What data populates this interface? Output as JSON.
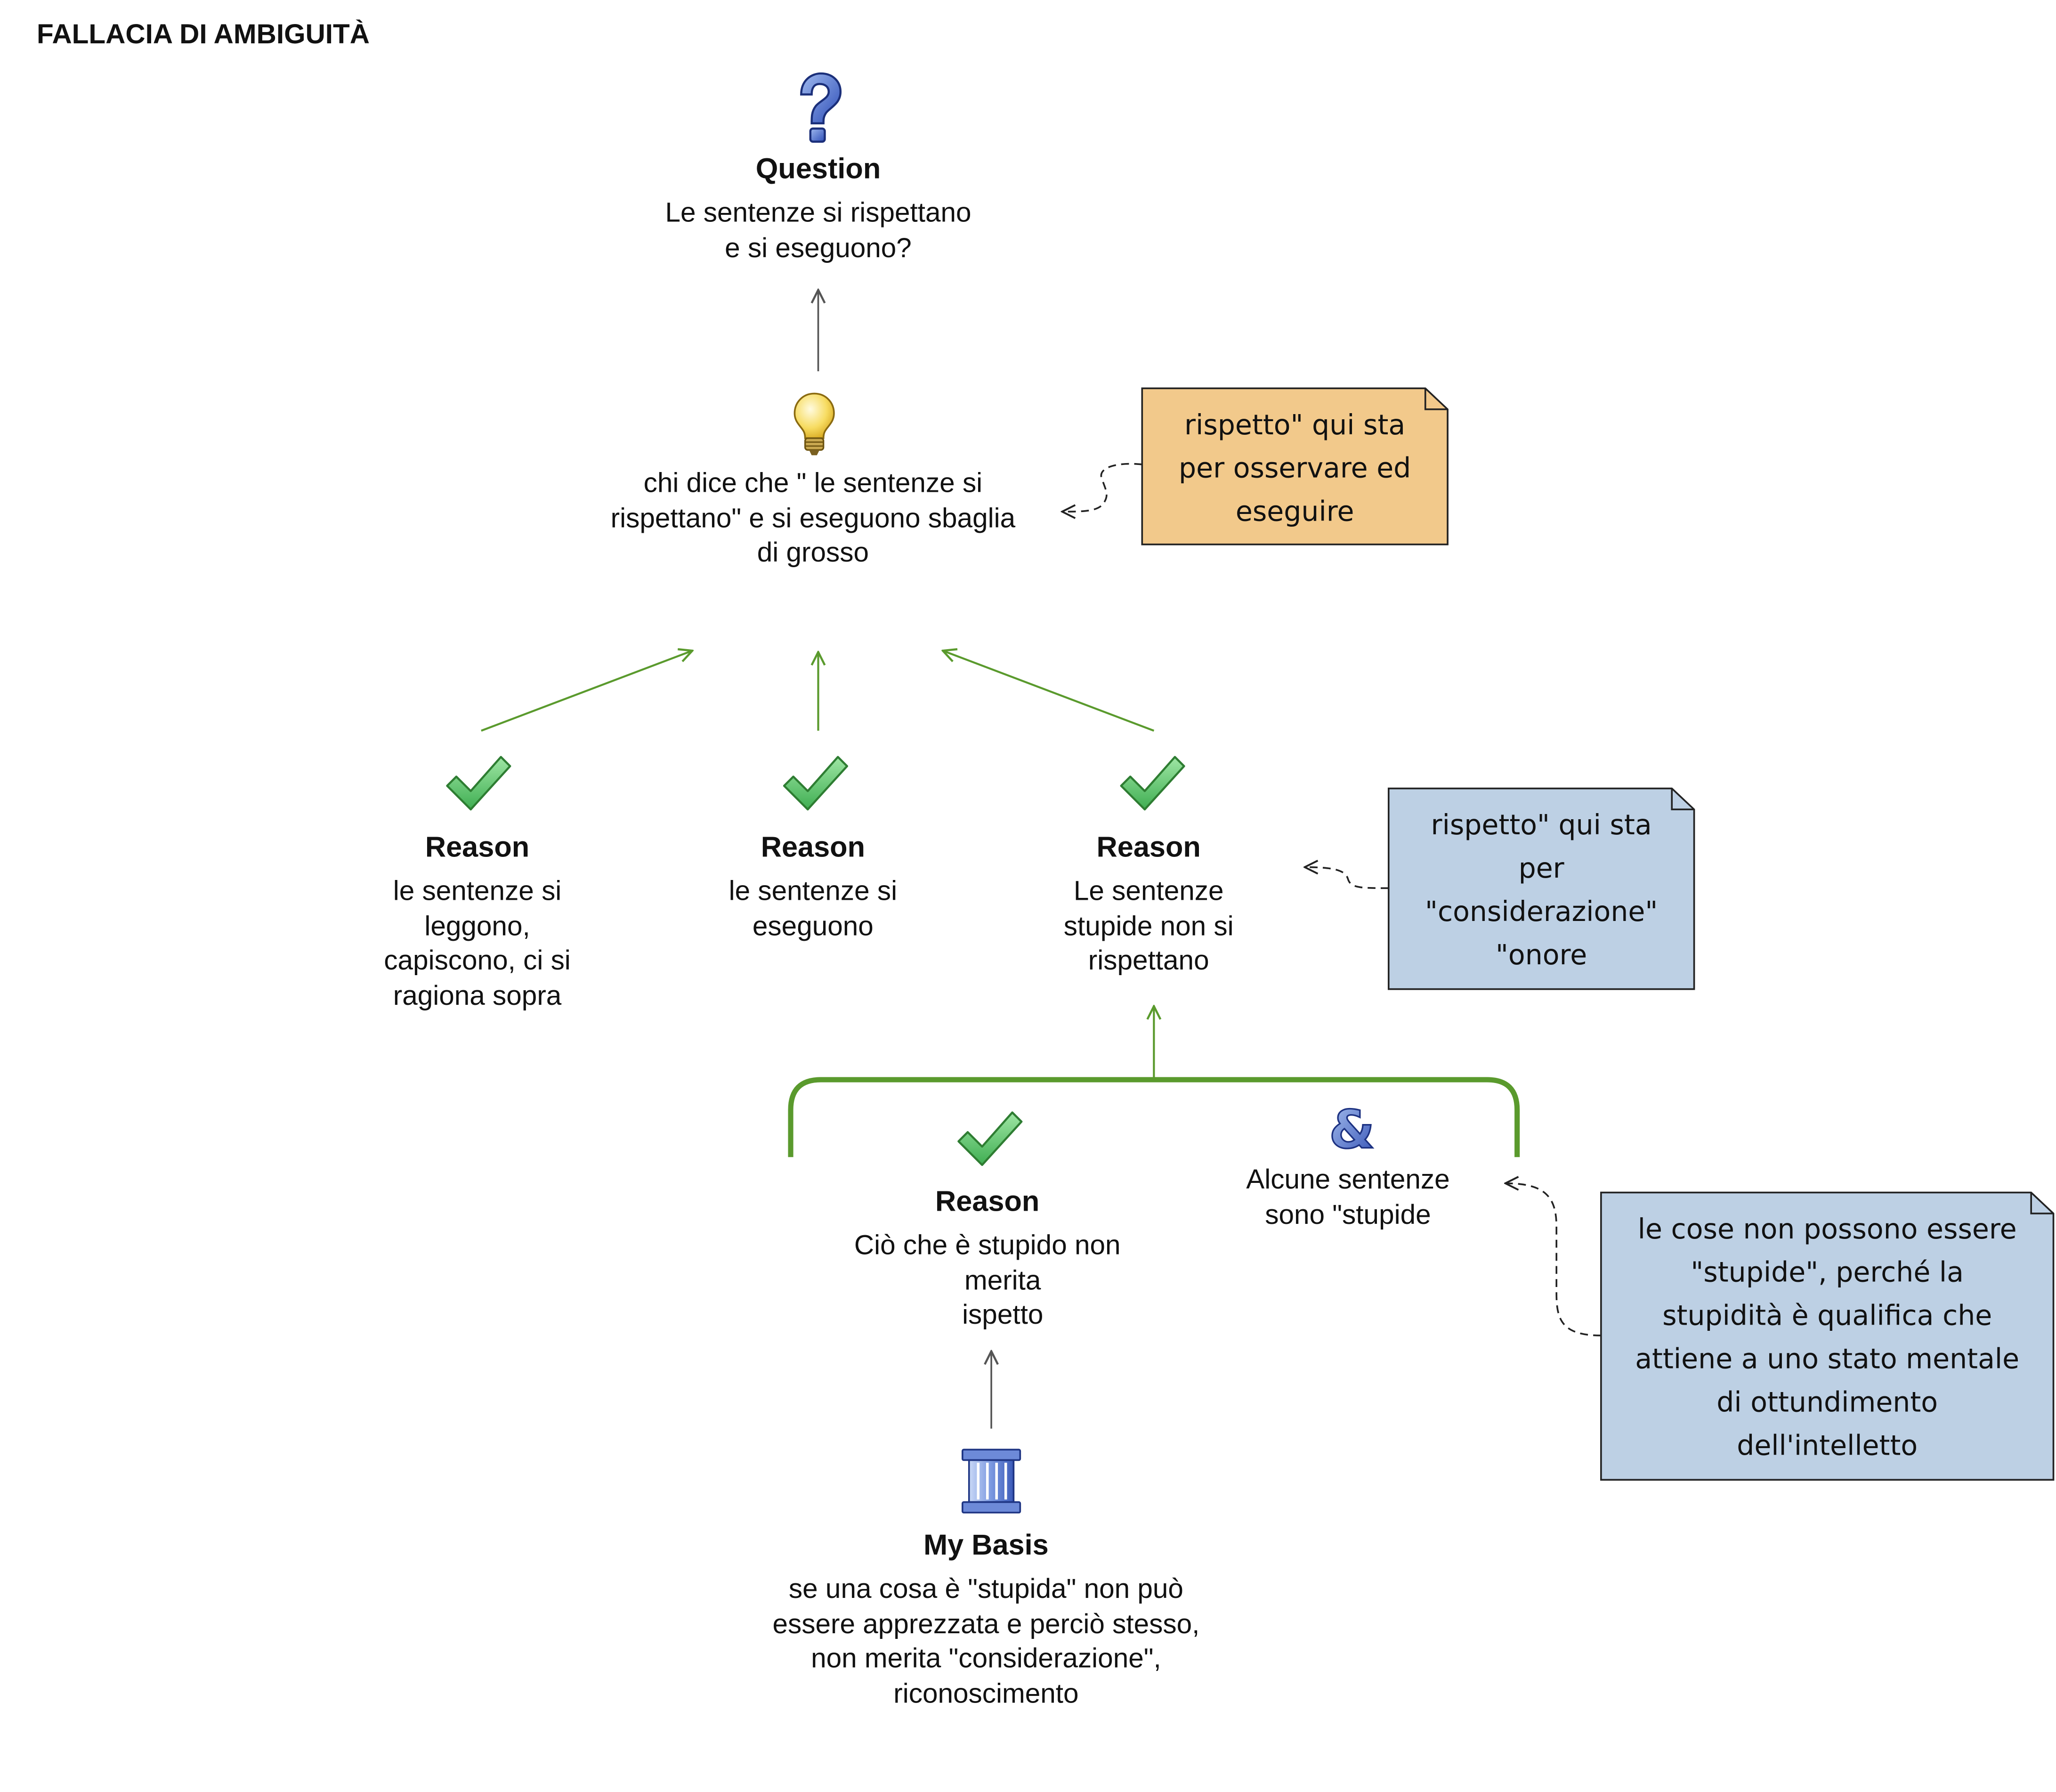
{
  "title": "FALLACIA DI AMBIGUITÀ",
  "colors": {
    "support_arrow": "#5a9a2d",
    "plain_arrow": "#555555",
    "note_orange": "#f2c98b",
    "note_blue": "#bdd0e4",
    "note_border": "#222222"
  },
  "question": {
    "icon": "question-mark-icon",
    "label": "Question",
    "text": "Le sentenze si rispettano\ne si eseguono?"
  },
  "contention": {
    "icon": "lightbulb-icon",
    "text": "chi dice che \" le sentenze si\nrispettano\" e si eseguono sbaglia\ndi grosso"
  },
  "reasons": [
    {
      "icon": "checkmark-icon",
      "label": "Reason",
      "text": "le sentenze si\nleggono,\ncapiscono, ci si\nragiona sopra"
    },
    {
      "icon": "checkmark-icon",
      "label": "Reason",
      "text": "le sentenze si\neseguono"
    },
    {
      "icon": "checkmark-icon",
      "label": "Reason",
      "text": "Le sentenze\nstupide non si\nrispettano"
    }
  ],
  "sub_reason": {
    "icon": "checkmark-icon",
    "label": "Reason",
    "text": "Ciò che è stupido non\n    merita\n    ispetto"
  },
  "co_premise": {
    "icon": "ampersand-icon",
    "text": "Alcune sentenze\nsono \"stupide"
  },
  "basis": {
    "icon": "pillar-icon",
    "label": "My Basis",
    "text": "se una cosa è \"stupida\" non può\nessere apprezzata e perciò stesso,\nnon merita \"considerazione\",\nriconoscimento"
  },
  "notes": [
    {
      "text": "rispetto\" qui sta\nper osservare ed\neseguire",
      "color": "orange"
    },
    {
      "text": "rispetto\" qui sta\nper\n\"considerazione\"\n\"onore",
      "color": "blue"
    },
    {
      "text": "le cose non possono essere\n\"stupide\", perché la\nstupidità è qualifica che\nattiene a uno stato mentale\ndi ottundimento\ndell'intelletto",
      "color": "blue"
    }
  ]
}
